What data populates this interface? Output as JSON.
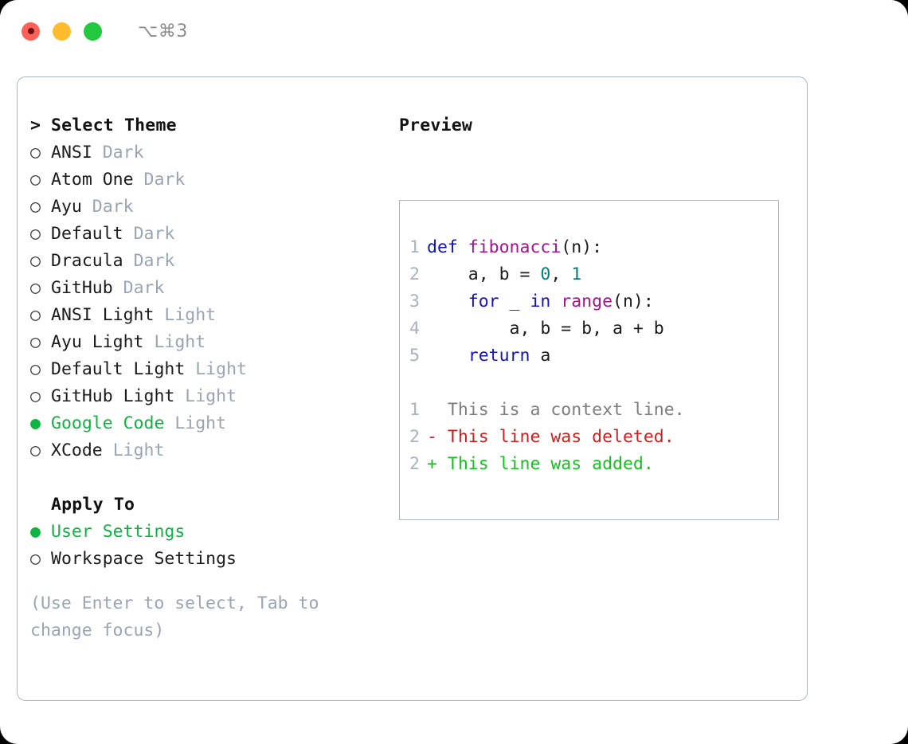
{
  "window": {
    "shortcut_label": "⌥⌘3",
    "traffic_lights": [
      {
        "name": "close",
        "color": "#ff6159",
        "recording": true
      },
      {
        "name": "minimize",
        "color": "#ffbd2e",
        "recording": false
      },
      {
        "name": "maximize",
        "color": "#22c93f",
        "recording": false
      }
    ]
  },
  "theme_section": {
    "heading": "Select Theme",
    "caret": ">",
    "items": [
      {
        "name": "ANSI",
        "tag": "Dark",
        "selected": false,
        "marker": "○"
      },
      {
        "name": "Atom One",
        "tag": "Dark",
        "selected": false,
        "marker": "○"
      },
      {
        "name": "Ayu",
        "tag": "Dark",
        "selected": false,
        "marker": "○"
      },
      {
        "name": "Default",
        "tag": "Dark",
        "selected": false,
        "marker": "○"
      },
      {
        "name": "Dracula",
        "tag": "Dark",
        "selected": false,
        "marker": "○"
      },
      {
        "name": "GitHub",
        "tag": "Dark",
        "selected": false,
        "marker": "○"
      },
      {
        "name": "ANSI Light",
        "tag": "Light",
        "selected": false,
        "marker": "○"
      },
      {
        "name": "Ayu Light",
        "tag": "Light",
        "selected": false,
        "marker": "○"
      },
      {
        "name": "Default Light",
        "tag": "Light",
        "selected": false,
        "marker": "○"
      },
      {
        "name": "GitHub Light",
        "tag": "Light",
        "selected": false,
        "marker": "○"
      },
      {
        "name": "Google Code",
        "tag": "Light",
        "selected": true,
        "marker": "●"
      },
      {
        "name": "XCode",
        "tag": "Light",
        "selected": false,
        "marker": "○"
      }
    ]
  },
  "apply_section": {
    "heading": "Apply To",
    "items": [
      {
        "name": "User Settings",
        "selected": true,
        "marker": "●"
      },
      {
        "name": "Workspace Settings",
        "selected": false,
        "marker": "○"
      }
    ]
  },
  "hint": "(Use Enter to select, Tab to change focus)",
  "preview": {
    "title": "Preview",
    "code_lines": [
      {
        "number": "1",
        "tokens": [
          {
            "text": "def ",
            "type": "kw"
          },
          {
            "text": "fibonacci",
            "type": "fn"
          },
          {
            "text": "(n):",
            "type": "plain"
          }
        ]
      },
      {
        "number": "2",
        "tokens": [
          {
            "text": "    a, b = ",
            "type": "plain"
          },
          {
            "text": "0",
            "type": "num"
          },
          {
            "text": ", ",
            "type": "plain"
          },
          {
            "text": "1",
            "type": "num"
          }
        ]
      },
      {
        "number": "3",
        "tokens": [
          {
            "text": "    for",
            "type": "kw"
          },
          {
            "text": " _ ",
            "type": "plain"
          },
          {
            "text": "in",
            "type": "kw"
          },
          {
            "text": " ",
            "type": "plain"
          },
          {
            "text": "range",
            "type": "fn"
          },
          {
            "text": "(n):",
            "type": "plain"
          }
        ]
      },
      {
        "number": "4",
        "tokens": [
          {
            "text": "        a, b = b, a + b",
            "type": "plain"
          }
        ]
      },
      {
        "number": "5",
        "tokens": [
          {
            "text": "    return",
            "type": "kw"
          },
          {
            "text": " a",
            "type": "plain"
          }
        ]
      }
    ],
    "diff_lines": [
      {
        "number": "1",
        "marker": " ",
        "text": "This is a context line.",
        "type": "ctx"
      },
      {
        "number": "2",
        "marker": "-",
        "text": "This line was deleted.",
        "type": "del"
      },
      {
        "number": "2",
        "marker": "+",
        "text": "This line was added.",
        "type": "add"
      }
    ]
  },
  "colors": {
    "accent_green": "#10b341",
    "muted": "#9aa5b4",
    "keyword": "#1414b8",
    "function": "#a3148f",
    "number": "#0c7a73",
    "diff_add": "#16c121",
    "diff_del": "#cc1f1f",
    "border": "#aab4c2"
  }
}
